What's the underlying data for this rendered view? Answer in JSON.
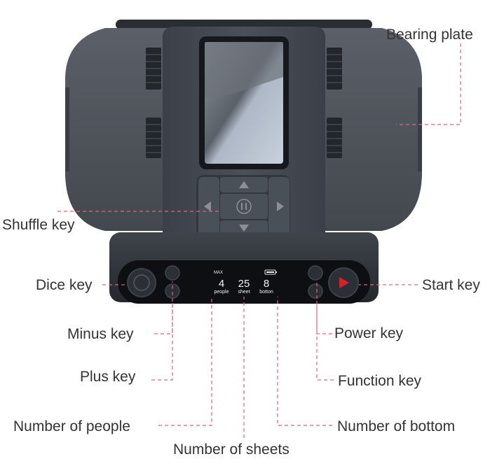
{
  "labels": {
    "bearing_plate": "Bearing plate",
    "shuffle_key": "Shuffle key",
    "dice_key": "Dice key",
    "minus_key": "Minus key",
    "plus_key": "Plus key",
    "number_of_people": "Number of people",
    "number_of_sheets": "Number of sheets",
    "start_key": "Start key",
    "power_key": "Power key",
    "function_key": "Function key",
    "number_of_bottom": "Number of bottom"
  },
  "display": {
    "max_label": "MAX",
    "people_value": "4",
    "sheet_value": "25",
    "bottom_value": "8",
    "people_caption": "people",
    "sheet_caption": "sheet",
    "bottom_caption": "botton"
  },
  "colors": {
    "leader_line": "#d9677a",
    "body_dark": "#2f343b",
    "plate": "#4a4f57",
    "start_button": "#d8202a"
  },
  "icons": {
    "up": "triangle-up-icon",
    "down": "triangle-down-icon",
    "left": "triangle-left-icon",
    "right": "triangle-right-icon",
    "center": "pause-icon",
    "battery": "battery-icon",
    "play": "play-icon"
  }
}
